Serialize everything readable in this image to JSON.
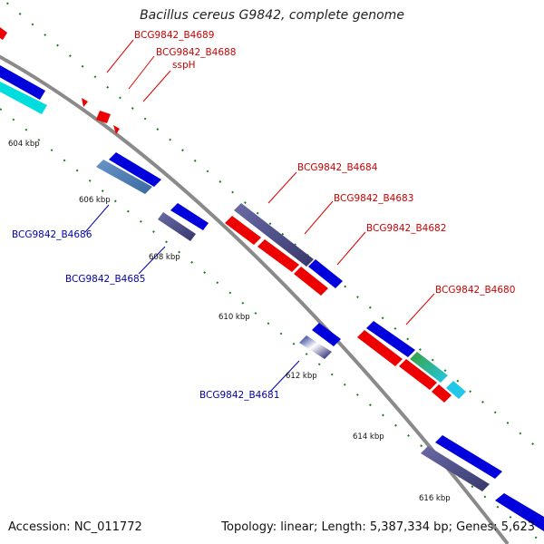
{
  "title": "Bacillus cereus G9842, complete genome",
  "footer": {
    "accession": "Accession: NC_011772",
    "stats": "Topology: linear; Length: 5,387,334 bp; Genes: 5,623"
  },
  "tick_labels": [
    "604 kbp",
    "606 kbp",
    "608 kbp",
    "610 kbp",
    "612 kbp",
    "614 kbp",
    "616 kbp"
  ],
  "gene_labels": {
    "forward": [
      "BCG9842_B4689",
      "BCG9842_B4688",
      "sspH",
      "BCG9842_B4684",
      "BCG9842_B4683",
      "BCG9842_B4682",
      "BCG9842_B4680"
    ],
    "reverse": [
      "BCG9842_B4686",
      "BCG9842_B4685",
      "BCG9842_B4681"
    ]
  },
  "colors": {
    "backbone": "#8a8a8a",
    "forward_gene": "#ee0000",
    "reverse_gene": "#0000dd",
    "reverse_gene_alt": "#44447a",
    "tick_green": "#1f7a1f"
  }
}
